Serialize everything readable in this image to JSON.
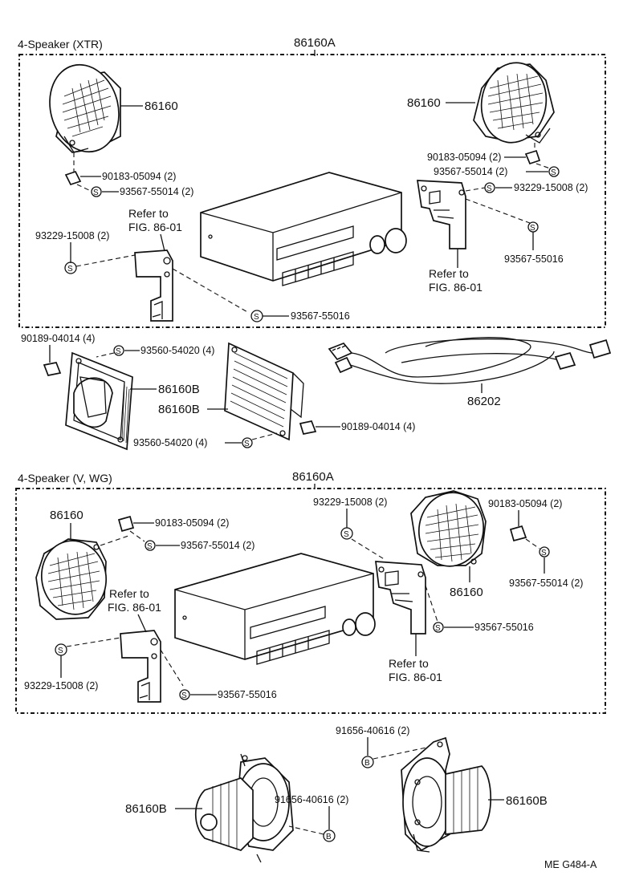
{
  "section1": {
    "title": "4-Speaker (XTR)",
    "assembly": "86160A",
    "labels": {
      "speaker_left": "86160",
      "speaker_right": "86160",
      "clip_left": "90183-05094 (2)",
      "screw_left": "93567-55014 (2)",
      "clip_right": "90183-05094 (2)",
      "screw_right": "93567-55014 (2)",
      "bolt_right_top": "93229-15008 (2)",
      "bolt_left": "93229-15008 (2)",
      "screw_right_side": "93567-55016",
      "screw_bottom": "93567-55016",
      "refer_left_1": "Refer to",
      "refer_left_2": "FIG. 86-01",
      "refer_right_1": "Refer to",
      "refer_right_2": "FIG. 86-01"
    }
  },
  "middle": {
    "clip_left": "90189-04014 (4)",
    "screw_top": "93560-54020 (4)",
    "speaker_b_1": "86160B",
    "speaker_b_2": "86160B",
    "screw_bottom": "93560-54020 (4)",
    "clip_right": "90189-04014 (4)",
    "wire": "86202"
  },
  "section2": {
    "title": "4-Speaker (V, WG)",
    "assembly": "86160A",
    "labels": {
      "speaker_left": "86160",
      "clip_left": "90183-05094 (2)",
      "screw_left": "93567-55014 (2)",
      "bolt_top": "93229-15008 (2)",
      "clip_right": "90183-05094 (2)",
      "speaker_right": "86160",
      "screw_right": "93567-55014 (2)",
      "screw_right_side": "93567-55016",
      "bolt_left": "93229-15008 (2)",
      "screw_bottom": "93567-55016",
      "refer_left_1": "Refer to",
      "refer_left_2": "FIG. 86-01",
      "refer_right_1": "Refer to",
      "refer_right_2": "FIG. 86-01"
    }
  },
  "bottom": {
    "bolt_top": "91656-40616 (2)",
    "bolt_left": "91656-40616 (2)",
    "speaker_left": "86160B",
    "speaker_right": "86160B"
  },
  "footer": {
    "code": "ME  G484-A"
  },
  "symbols": {
    "s_marker": "S",
    "b_marker": "B"
  }
}
